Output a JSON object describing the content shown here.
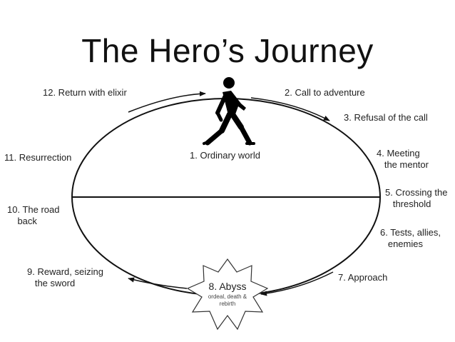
{
  "title": "The Hero’s Journey",
  "stages": {
    "s1": "1. Ordinary world",
    "s2": "2. Call to adventure",
    "s3": "3. Refusal of the call",
    "s4": "4. Meeting\n   the mentor",
    "s5": "5. Crossing the\n   threshold",
    "s6": "6. Tests, allies,\n   enemies",
    "s7": "7. Approach",
    "s8_title": "8. Abyss",
    "s8_sub": "ordeal, death &\nrebirth",
    "s9": "9. Reward, seizing\n   the sword",
    "s10": "10. The road\n    back",
    "s11": "11. Resurrection",
    "s12": "12. Return with elixir"
  },
  "icons": {
    "walker": "walking-person-icon",
    "abyss": "star-burst-icon"
  },
  "colors": {
    "line": "#111111",
    "text": "#222222"
  }
}
